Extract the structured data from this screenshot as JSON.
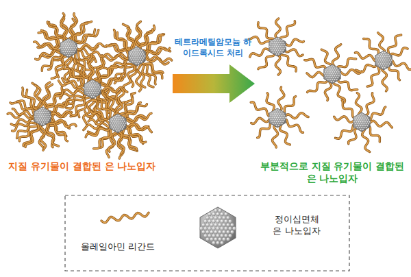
{
  "diagram": {
    "labels": [
      "테트라메틸암모늄 하이드록시드 처리",
      "지질 유기물이 결합된 은 나노입자",
      "부분적으로 지질 유기물이 결합된 은 나노입자"
    ],
    "legend": [
      {
        "text": "올레일아민 리간드"
      },
      {
        "text": "정이십면체 은 나노입자"
      }
    ]
  }
}
